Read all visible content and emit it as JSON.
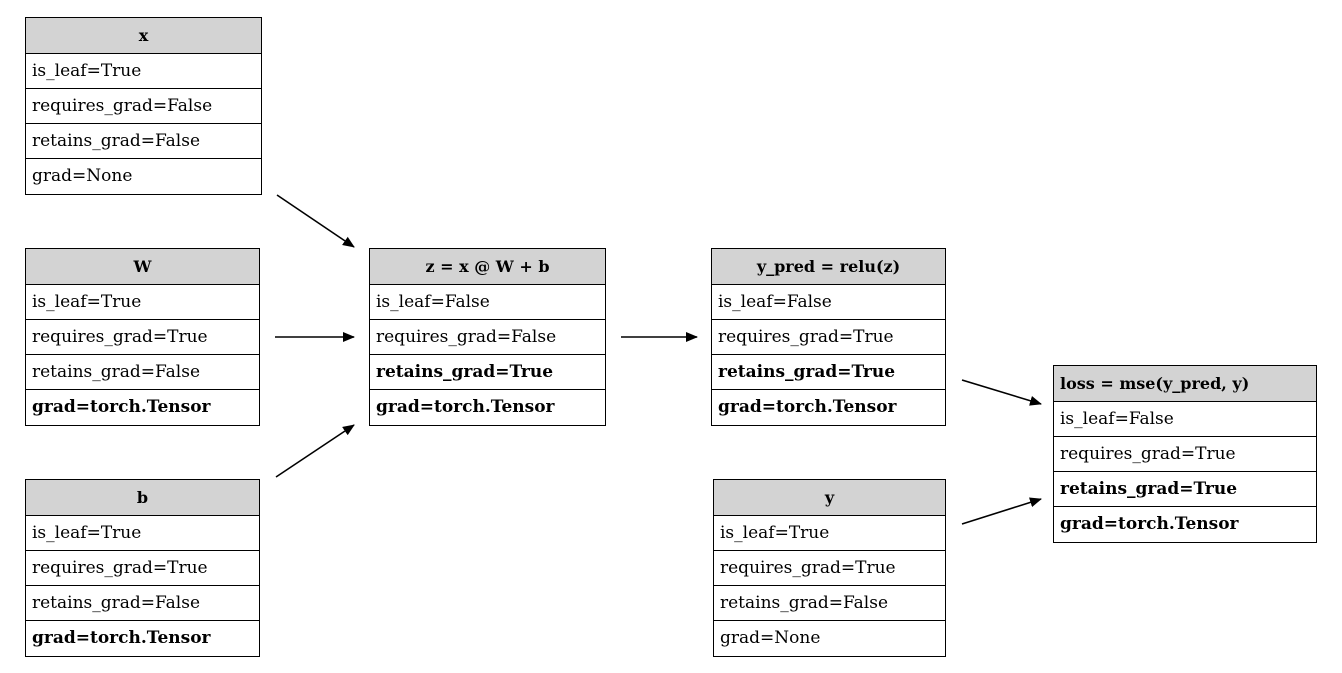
{
  "nodes": [
    {
      "id": "x",
      "title": "x",
      "rows": [
        {
          "text": "is_leaf=True",
          "bold": false
        },
        {
          "text": "requires_grad=False",
          "bold": false
        },
        {
          "text": "retains_grad=False",
          "bold": false
        },
        {
          "text": "grad=None",
          "bold": false
        }
      ]
    },
    {
      "id": "W",
      "title": "W",
      "rows": [
        {
          "text": "is_leaf=True",
          "bold": false
        },
        {
          "text": "requires_grad=True",
          "bold": false
        },
        {
          "text": "retains_grad=False",
          "bold": false
        },
        {
          "text": "grad=torch.Tensor",
          "bold": true
        }
      ]
    },
    {
      "id": "b",
      "title": "b",
      "rows": [
        {
          "text": "is_leaf=True",
          "bold": false
        },
        {
          "text": "requires_grad=True",
          "bold": false
        },
        {
          "text": "retains_grad=False",
          "bold": false
        },
        {
          "text": "grad=torch.Tensor",
          "bold": true
        }
      ]
    },
    {
      "id": "z",
      "title": "z = x @ W + b",
      "rows": [
        {
          "text": "is_leaf=False",
          "bold": false
        },
        {
          "text": "requires_grad=False",
          "bold": false
        },
        {
          "text": "retains_grad=True",
          "bold": true
        },
        {
          "text": "grad=torch.Tensor",
          "bold": true
        }
      ]
    },
    {
      "id": "y_pred",
      "title": "y_pred = relu(z)",
      "rows": [
        {
          "text": "is_leaf=False",
          "bold": false
        },
        {
          "text": "requires_grad=True",
          "bold": false
        },
        {
          "text": "retains_grad=True",
          "bold": true
        },
        {
          "text": "grad=torch.Tensor",
          "bold": true
        }
      ]
    },
    {
      "id": "y",
      "title": "y",
      "rows": [
        {
          "text": "is_leaf=True",
          "bold": false
        },
        {
          "text": "requires_grad=True",
          "bold": false
        },
        {
          "text": "retains_grad=False",
          "bold": false
        },
        {
          "text": "grad=None",
          "bold": false
        }
      ]
    },
    {
      "id": "loss",
      "title": "loss = mse(y_pred, y)",
      "rows": [
        {
          "text": "is_leaf=False",
          "bold": false
        },
        {
          "text": "requires_grad=True",
          "bold": false
        },
        {
          "text": "retains_grad=True",
          "bold": true
        },
        {
          "text": "grad=torch.Tensor",
          "bold": true
        }
      ]
    }
  ],
  "edges": [
    {
      "from": "x",
      "to": "z"
    },
    {
      "from": "W",
      "to": "z"
    },
    {
      "from": "b",
      "to": "z"
    },
    {
      "from": "z",
      "to": "y_pred"
    },
    {
      "from": "y_pred",
      "to": "loss"
    },
    {
      "from": "y",
      "to": "loss"
    }
  ]
}
